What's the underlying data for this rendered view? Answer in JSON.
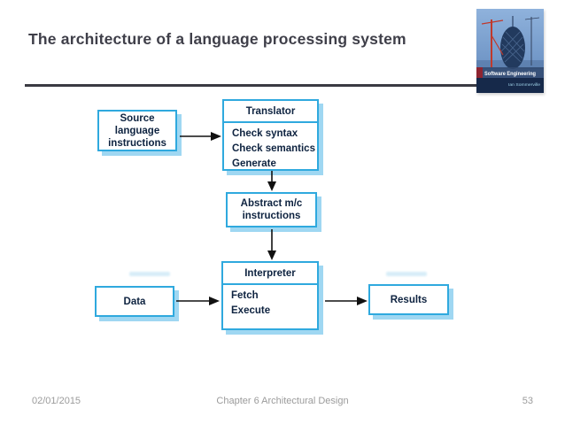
{
  "title": "The architecture of a language processing system",
  "footer": {
    "date": "02/01/2015",
    "chapter": "Chapter 6 Architectural Design",
    "page": "53"
  },
  "cover": {
    "title": "Software Engineering",
    "author": "Ian Sommerville"
  },
  "colors": {
    "accent_cyan": "#2fa9de",
    "box_shadow_blue": "#9fd7f2",
    "title_text": "#3f3f49",
    "title_rule": "#3a3a42",
    "footer_text": "#9b9b9b",
    "diagram_text": "#0e2340",
    "arrow": "#111111",
    "cover_sky": "#7ba4d4",
    "cover_navy": "#16294a",
    "cover_red": "#8e2430"
  },
  "diagram": {
    "source": {
      "text": "Source\nlanguage\ninstructions"
    },
    "translator": {
      "title": "Translator",
      "body": "Check syntax\nCheck semantics\nGenerate"
    },
    "abstract": {
      "text": "Abstract m/c\ninstructions"
    },
    "interpreter": {
      "title": "Interpreter",
      "body": "Fetch\nExecute"
    },
    "data": {
      "text": "Data"
    },
    "results": {
      "text": "Results"
    }
  }
}
